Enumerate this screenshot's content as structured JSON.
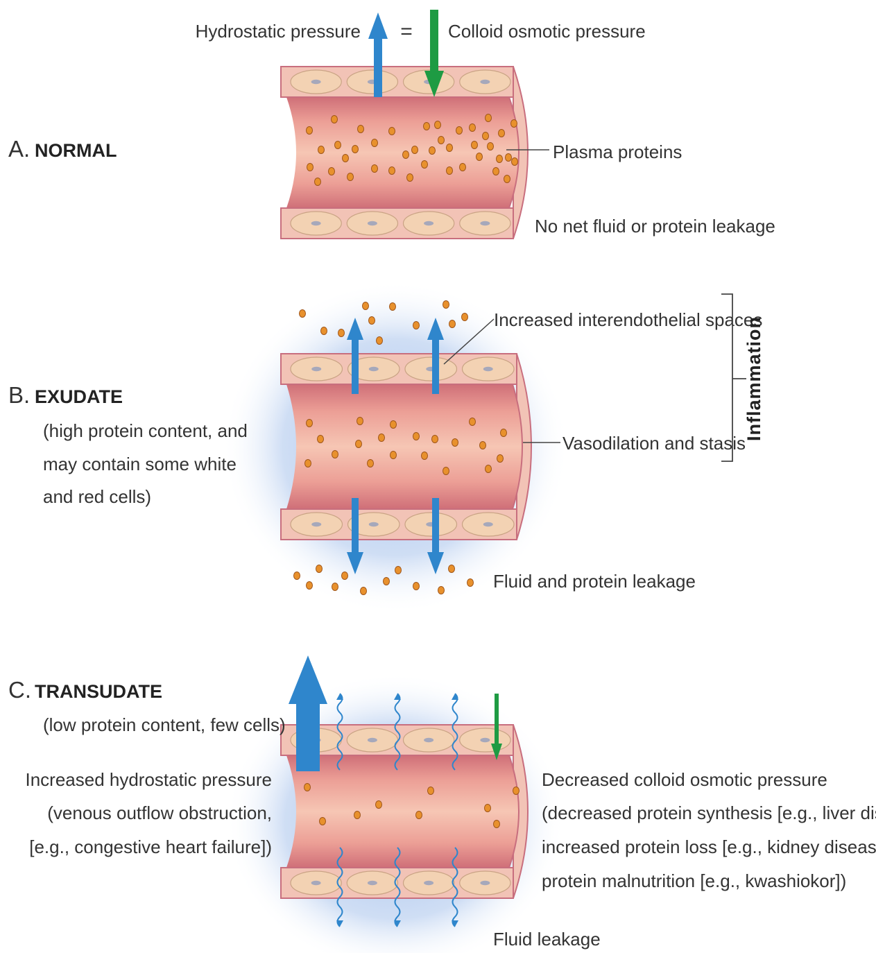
{
  "colors": {
    "vessel_wall": "#f2c3b6",
    "vessel_wall_stroke": "#c86e7e",
    "lumen": "#e89893",
    "endothelial_cell": "#f3d2b3",
    "nucleus": "#a6a8bb",
    "protein": "#e8912d",
    "protein_stroke": "#9e5419",
    "blue_arrow": "#2f86cc",
    "green_arrow": "#1e9b43",
    "fluid_halo": "#9bbce8"
  },
  "panel_a": {
    "letter": "A.",
    "name": "NORMAL",
    "hydrostatic_label": "Hydrostatic pressure",
    "equals": "=",
    "colloid_label": "Colloid osmotic pressure",
    "plasma_label": "Plasma proteins",
    "no_leak_label": "No net fluid or protein leakage"
  },
  "panel_b": {
    "letter": "B.",
    "name": "EXUDATE",
    "desc_lines": [
      "(high protein content, and",
      "may contain some white",
      "and red cells)"
    ],
    "spaces_label": "Increased interendothelial spaces",
    "vaso_label": "Vasodilation and stasis",
    "leak_label": "Fluid and protein leakage",
    "bracket_label": "Inflammation"
  },
  "panel_c": {
    "letter": "C.",
    "name": "TRANSUDATE",
    "desc": "(low protein content, few cells)",
    "left_lines": [
      "Increased hydrostatic pressure",
      "(venous outflow obstruction,",
      "[e.g., congestive heart failure])"
    ],
    "right_lines": [
      "Decreased colloid osmotic pressure",
      "(decreased protein synthesis [e.g., liver disease];",
      "increased protein loss [e.g., kidney disease];",
      "protein malnutrition [e.g., kwashiokor])"
    ],
    "leak_label": "Fluid leakage"
  }
}
